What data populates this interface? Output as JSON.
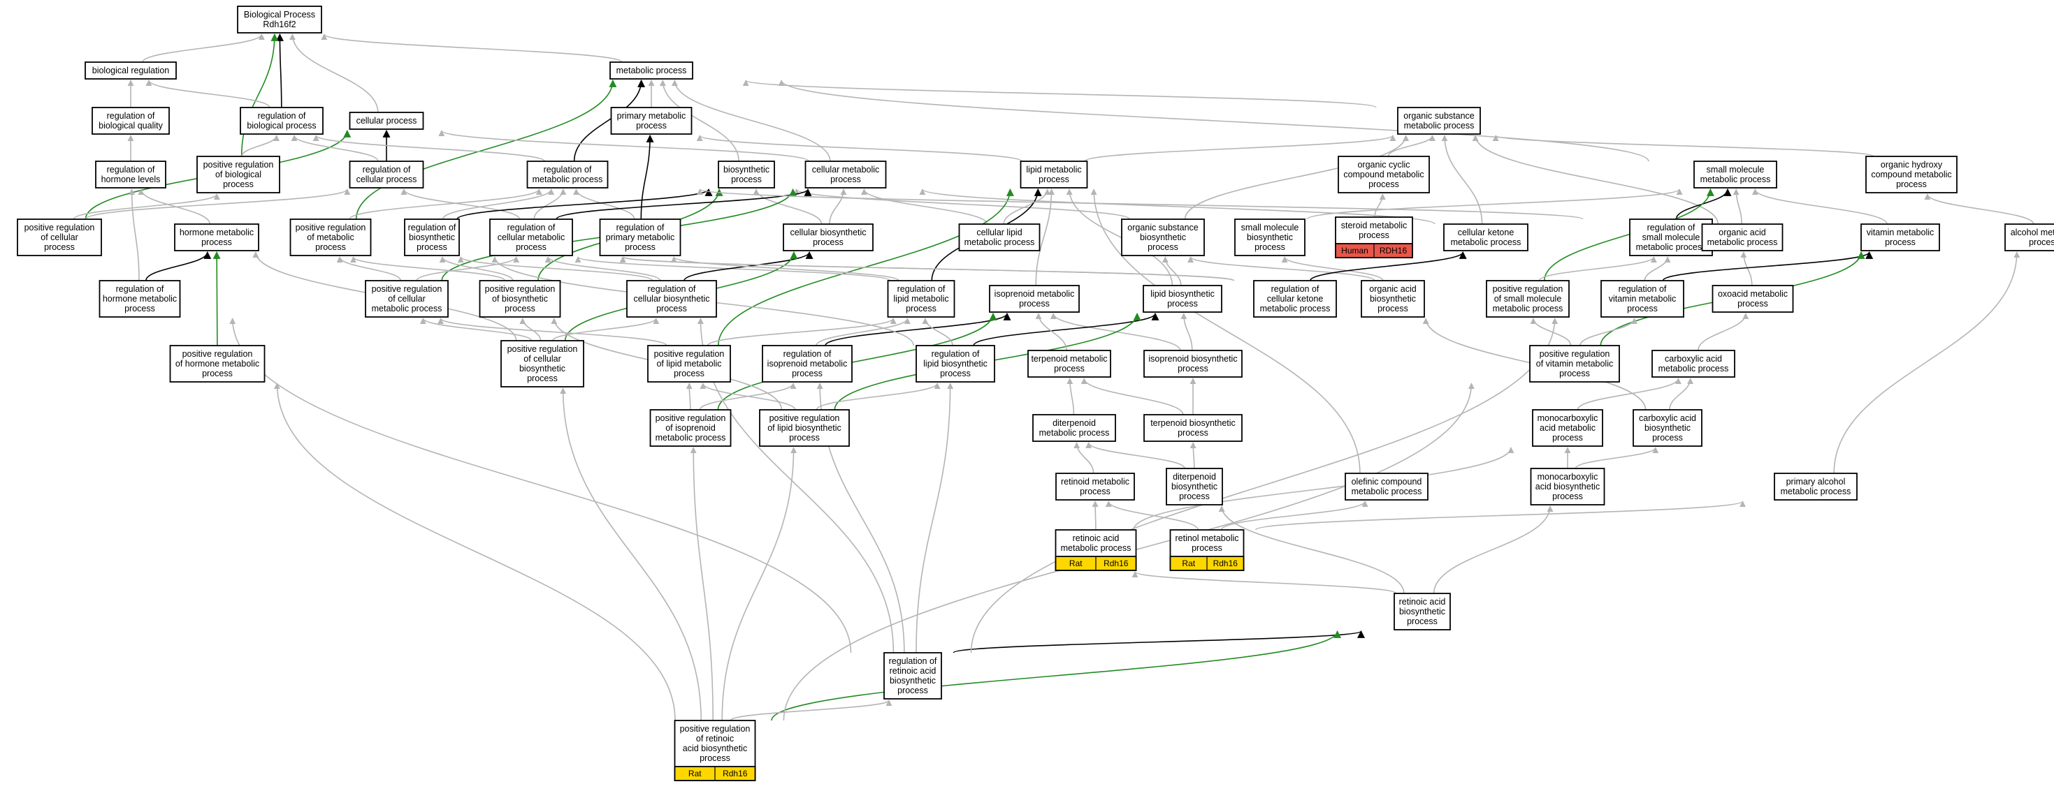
{
  "edge_colors": {
    "is_a": "#b4b4b4",
    "part_of": "#000000",
    "positively_regulates": "#228b22"
  },
  "annotation_colors": {
    "yellow": "#ffd700",
    "red": "#e8574a"
  },
  "nodes": [
    {
      "id": "bp",
      "lines": [
        "Biological Process",
        "Rdh16f2"
      ]
    },
    {
      "id": "breg",
      "lines": [
        "biological regulation"
      ]
    },
    {
      "id": "mp",
      "lines": [
        "metabolic process"
      ]
    },
    {
      "id": "rbq",
      "lines": [
        "regulation of",
        "biological quality"
      ]
    },
    {
      "id": "rbp",
      "lines": [
        "regulation of",
        "biological process"
      ]
    },
    {
      "id": "cp",
      "lines": [
        "cellular process"
      ]
    },
    {
      "id": "pmp",
      "lines": [
        "primary metabolic",
        "process"
      ]
    },
    {
      "id": "osmp",
      "lines": [
        "organic substance",
        "metabolic process"
      ]
    },
    {
      "id": "rhl",
      "lines": [
        "regulation of",
        "hormone levels"
      ]
    },
    {
      "id": "prbp",
      "lines": [
        "positive regulation",
        "of biological",
        "process"
      ]
    },
    {
      "id": "rcp",
      "lines": [
        "regulation of",
        "cellular process"
      ]
    },
    {
      "id": "rmp",
      "lines": [
        "regulation of",
        "metabolic process"
      ]
    },
    {
      "id": "bsp",
      "lines": [
        "biosynthetic",
        "process"
      ]
    },
    {
      "id": "cmp",
      "lines": [
        "cellular metabolic",
        "process"
      ]
    },
    {
      "id": "lmp",
      "lines": [
        "lipid metabolic",
        "process"
      ]
    },
    {
      "id": "ocmp",
      "lines": [
        "organic cyclic",
        "compound metabolic",
        "process"
      ]
    },
    {
      "id": "smmp",
      "lines": [
        "small molecule",
        "metabolic process"
      ]
    },
    {
      "id": "ohcmp",
      "lines": [
        "organic hydroxy",
        "compound metabolic",
        "process"
      ]
    },
    {
      "id": "prcp",
      "lines": [
        "positive regulation",
        "of cellular",
        "process"
      ]
    },
    {
      "id": "hmp",
      "lines": [
        "hormone metabolic",
        "process"
      ]
    },
    {
      "id": "prmp",
      "lines": [
        "positive regulation",
        "of metabolic",
        "process"
      ]
    },
    {
      "id": "rbsp",
      "lines": [
        "regulation of",
        "biosynthetic",
        "process"
      ]
    },
    {
      "id": "rcmp",
      "lines": [
        "regulation of",
        "cellular metabolic",
        "process"
      ]
    },
    {
      "id": "rpmp",
      "lines": [
        "regulation of",
        "primary metabolic",
        "process"
      ]
    },
    {
      "id": "cbp",
      "lines": [
        "cellular biosynthetic",
        "process"
      ]
    },
    {
      "id": "clmp",
      "lines": [
        "cellular lipid",
        "metabolic process"
      ]
    },
    {
      "id": "osbp",
      "lines": [
        "organic substance",
        "biosynthetic",
        "process"
      ]
    },
    {
      "id": "smbp",
      "lines": [
        "small molecule",
        "biosynthetic",
        "process"
      ]
    },
    {
      "id": "stmp",
      "lines": [
        "steroid metabolic",
        "process"
      ],
      "annotation": {
        "color": "red",
        "labels": [
          "Human",
          "RDH16"
        ]
      }
    },
    {
      "id": "ckmp",
      "lines": [
        "cellular ketone",
        "metabolic process"
      ]
    },
    {
      "id": "rsmmp",
      "lines": [
        "regulation of",
        "small molecule",
        "metabolic process"
      ]
    },
    {
      "id": "oamp",
      "lines": [
        "organic acid",
        "metabolic process"
      ]
    },
    {
      "id": "vmp",
      "lines": [
        "vitamin metabolic",
        "process"
      ]
    },
    {
      "id": "almp",
      "lines": [
        "alcohol metabolic",
        "process"
      ]
    },
    {
      "id": "rhmp",
      "lines": [
        "regulation of",
        "hormone metabolic",
        "process"
      ]
    },
    {
      "id": "prcmp",
      "lines": [
        "positive regulation",
        "of cellular",
        "metabolic process"
      ]
    },
    {
      "id": "prbsp",
      "lines": [
        "positive regulation",
        "of biosynthetic",
        "process"
      ]
    },
    {
      "id": "rcbp",
      "lines": [
        "regulation of",
        "cellular biosynthetic",
        "process"
      ]
    },
    {
      "id": "rlmp",
      "lines": [
        "regulation of",
        "lipid metabolic",
        "process"
      ]
    },
    {
      "id": "isomp",
      "lines": [
        "isoprenoid metabolic",
        "process"
      ]
    },
    {
      "id": "lbp",
      "lines": [
        "lipid biosynthetic",
        "process"
      ]
    },
    {
      "id": "rckmp",
      "lines": [
        "regulation of",
        "cellular ketone",
        "metabolic process"
      ]
    },
    {
      "id": "oabp",
      "lines": [
        "organic acid",
        "biosynthetic",
        "process"
      ]
    },
    {
      "id": "prsmmp",
      "lines": [
        "positive regulation",
        "of small molecule",
        "metabolic process"
      ]
    },
    {
      "id": "rvmp",
      "lines": [
        "regulation of",
        "vitamin metabolic",
        "process"
      ]
    },
    {
      "id": "oxamp",
      "lines": [
        "oxoacid metabolic",
        "process"
      ]
    },
    {
      "id": "prhmp",
      "lines": [
        "positive regulation",
        "of hormone metabolic",
        "process"
      ]
    },
    {
      "id": "prcbp",
      "lines": [
        "positive regulation",
        "of cellular",
        "biosynthetic",
        "process"
      ]
    },
    {
      "id": "prlmp",
      "lines": [
        "positive regulation",
        "of lipid metabolic",
        "process"
      ]
    },
    {
      "id": "rismp",
      "lines": [
        "regulation of",
        "isoprenoid metabolic",
        "process"
      ]
    },
    {
      "id": "rlbp",
      "lines": [
        "regulation of",
        "lipid biosynthetic",
        "process"
      ]
    },
    {
      "id": "termp",
      "lines": [
        "terpenoid metabolic",
        "process"
      ]
    },
    {
      "id": "isobp",
      "lines": [
        "isoprenoid biosynthetic",
        "process"
      ]
    },
    {
      "id": "prvmp",
      "lines": [
        "positive regulation",
        "of vitamin metabolic",
        "process"
      ]
    },
    {
      "id": "caamp",
      "lines": [
        "carboxylic acid",
        "metabolic process"
      ]
    },
    {
      "id": "prismp",
      "lines": [
        "positive regulation",
        "of isoprenoid",
        "metabolic process"
      ]
    },
    {
      "id": "prlbp",
      "lines": [
        "positive regulation",
        "of lipid biosynthetic",
        "process"
      ]
    },
    {
      "id": "ditmp",
      "lines": [
        "diterpenoid",
        "metabolic process"
      ]
    },
    {
      "id": "terbp",
      "lines": [
        "terpenoid biosynthetic",
        "process"
      ]
    },
    {
      "id": "mcamp",
      "lines": [
        "monocarboxylic",
        "acid metabolic",
        "process"
      ]
    },
    {
      "id": "caabp",
      "lines": [
        "carboxylic acid",
        "biosynthetic",
        "process"
      ]
    },
    {
      "id": "retmp",
      "lines": [
        "retinoid metabolic",
        "process"
      ]
    },
    {
      "id": "ditbp",
      "lines": [
        "diterpenoid",
        "biosynthetic",
        "process"
      ]
    },
    {
      "id": "olmp",
      "lines": [
        "olefinic compound",
        "metabolic process"
      ]
    },
    {
      "id": "mcabp",
      "lines": [
        "monocarboxylic",
        "acid biosynthetic",
        "process"
      ]
    },
    {
      "id": "paomp",
      "lines": [
        "primary alcohol",
        "metabolic process"
      ]
    },
    {
      "id": "ramp",
      "lines": [
        "retinoic acid",
        "metabolic process"
      ],
      "annotation": {
        "color": "yellow",
        "labels": [
          "Rat",
          "Rdh16"
        ]
      }
    },
    {
      "id": "rolmp",
      "lines": [
        "retinol metabolic",
        "process"
      ],
      "annotation": {
        "color": "yellow",
        "labels": [
          "Rat",
          "Rdh16"
        ]
      }
    },
    {
      "id": "rabp",
      "lines": [
        "retinoic acid",
        "biosynthetic",
        "process"
      ]
    },
    {
      "id": "rrabp",
      "lines": [
        "regulation of",
        "retinoic acid",
        "biosynthetic",
        "process"
      ]
    },
    {
      "id": "prrabp",
      "lines": [
        "positive regulation",
        "of retinoic",
        "acid biosynthetic",
        "process"
      ],
      "annotation": {
        "color": "yellow",
        "labels": [
          "Rat",
          "Rdh16"
        ]
      }
    }
  ],
  "edges": [
    [
      "breg",
      "bp",
      "is_a"
    ],
    [
      "mp",
      "bp",
      "is_a"
    ],
    [
      "cp",
      "bp",
      "is_a"
    ],
    [
      "rbp",
      "bp",
      "part_of"
    ],
    [
      "prbp",
      "bp",
      "positively_regulates"
    ],
    [
      "rbq",
      "breg",
      "is_a"
    ],
    [
      "rbp",
      "breg",
      "is_a"
    ],
    [
      "rhl",
      "rbq",
      "is_a"
    ],
    [
      "pmp",
      "mp",
      "is_a"
    ],
    [
      "osmp",
      "mp",
      "is_a"
    ],
    [
      "smmp",
      "mp",
      "is_a"
    ],
    [
      "bsp",
      "mp",
      "is_a"
    ],
    [
      "cmp",
      "mp",
      "is_a"
    ],
    [
      "rmp",
      "mp",
      "part_of"
    ],
    [
      "prmp",
      "mp",
      "positively_regulates"
    ],
    [
      "cmp",
      "cp",
      "is_a"
    ],
    [
      "rcp",
      "cp",
      "part_of"
    ],
    [
      "prcp",
      "cp",
      "positively_regulates"
    ],
    [
      "prbp",
      "rbp",
      "is_a"
    ],
    [
      "rcp",
      "rbp",
      "is_a"
    ],
    [
      "rmp",
      "rbp",
      "is_a"
    ],
    [
      "lmp",
      "pmp",
      "is_a"
    ],
    [
      "rpmp",
      "pmp",
      "part_of"
    ],
    [
      "lmp",
      "osmp",
      "is_a"
    ],
    [
      "osbp",
      "osmp",
      "is_a"
    ],
    [
      "ocmp",
      "osmp",
      "is_a"
    ],
    [
      "ckmp",
      "osmp",
      "is_a"
    ],
    [
      "oamp",
      "osmp",
      "is_a"
    ],
    [
      "ohcmp",
      "osmp",
      "is_a"
    ],
    [
      "rhmp",
      "rhl",
      "is_a"
    ],
    [
      "hmp",
      "rhl",
      "is_a"
    ],
    [
      "prcp",
      "prbp",
      "is_a"
    ],
    [
      "prcp",
      "rcp",
      "is_a"
    ],
    [
      "rcmp",
      "rcp",
      "is_a"
    ],
    [
      "rbsp",
      "rmp",
      "is_a"
    ],
    [
      "rcmp",
      "rmp",
      "is_a"
    ],
    [
      "rpmp",
      "rmp",
      "is_a"
    ],
    [
      "prmp",
      "rmp",
      "is_a"
    ],
    [
      "cbp",
      "bsp",
      "is_a"
    ],
    [
      "osbp",
      "bsp",
      "is_a"
    ],
    [
      "rbsp",
      "bsp",
      "part_of"
    ],
    [
      "prbsp",
      "bsp",
      "positively_regulates"
    ],
    [
      "cbp",
      "cmp",
      "is_a"
    ],
    [
      "clmp",
      "cmp",
      "is_a"
    ],
    [
      "ckmp",
      "cmp",
      "is_a"
    ],
    [
      "rcmp",
      "cmp",
      "part_of"
    ],
    [
      "prcmp",
      "cmp",
      "positively_regulates"
    ],
    [
      "clmp",
      "lmp",
      "is_a"
    ],
    [
      "lbp",
      "lmp",
      "is_a"
    ],
    [
      "rlmp",
      "lmp",
      "part_of"
    ],
    [
      "prlmp",
      "lmp",
      "positively_regulates"
    ],
    [
      "stmp",
      "ocmp",
      "is_a"
    ],
    [
      "smbp",
      "smmp",
      "is_a"
    ],
    [
      "oamp",
      "smmp",
      "is_a"
    ],
    [
      "vmp",
      "smmp",
      "is_a"
    ],
    [
      "rsmmp",
      "smmp",
      "part_of"
    ],
    [
      "prsmmp",
      "smmp",
      "positively_regulates"
    ],
    [
      "almp",
      "ohcmp",
      "is_a"
    ],
    [
      "prhmp",
      "hmp",
      "positively_regulates"
    ],
    [
      "rhmp",
      "hmp",
      "part_of"
    ],
    [
      "prcmp",
      "prmp",
      "is_a"
    ],
    [
      "prbsp",
      "prmp",
      "is_a"
    ],
    [
      "prbsp",
      "rbsp",
      "is_a"
    ],
    [
      "rcbp",
      "rbsp",
      "is_a"
    ],
    [
      "rcbp",
      "rcmp",
      "is_a"
    ],
    [
      "rlmp",
      "rcmp",
      "is_a"
    ],
    [
      "prcmp",
      "rcmp",
      "is_a"
    ],
    [
      "rcbp",
      "cbp",
      "part_of"
    ],
    [
      "prcbp",
      "cbp",
      "positively_regulates"
    ],
    [
      "prcbp",
      "rcbp",
      "is_a"
    ],
    [
      "prcbp",
      "prbsp",
      "is_a"
    ],
    [
      "prcbp",
      "prcmp",
      "is_a"
    ],
    [
      "lbp",
      "osbp",
      "is_a"
    ],
    [
      "oabp",
      "osbp",
      "is_a"
    ],
    [
      "oabp",
      "smbp",
      "is_a"
    ],
    [
      "rckmp",
      "ckmp",
      "part_of"
    ],
    [
      "oxamp",
      "oamp",
      "is_a"
    ],
    [
      "rvmp",
      "vmp",
      "part_of"
    ],
    [
      "prvmp",
      "vmp",
      "positively_regulates"
    ],
    [
      "rckmp",
      "rcmp",
      "is_a"
    ],
    [
      "rsmmp",
      "rmp",
      "is_a"
    ],
    [
      "rvmp",
      "rsmmp",
      "is_a"
    ],
    [
      "prsmmp",
      "rsmmp",
      "is_a"
    ],
    [
      "prvmp",
      "rvmp",
      "is_a"
    ],
    [
      "prvmp",
      "prsmmp",
      "is_a"
    ],
    [
      "rlmp",
      "rpmp",
      "is_a"
    ],
    [
      "isomp",
      "lmp",
      "is_a"
    ],
    [
      "isobp",
      "isomp",
      "is_a"
    ],
    [
      "isobp",
      "lbp",
      "is_a"
    ],
    [
      "rismp",
      "isomp",
      "part_of"
    ],
    [
      "prismp",
      "isomp",
      "positively_regulates"
    ],
    [
      "rlbp",
      "lbp",
      "part_of"
    ],
    [
      "prlbp",
      "lbp",
      "positively_regulates"
    ],
    [
      "rismp",
      "rlmp",
      "is_a"
    ],
    [
      "rlbp",
      "rlmp",
      "is_a"
    ],
    [
      "rlbp",
      "rbsp",
      "is_a"
    ],
    [
      "prlmp",
      "rlmp",
      "is_a"
    ],
    [
      "prlmp",
      "prcmp",
      "is_a"
    ],
    [
      "prismp",
      "rismp",
      "is_a"
    ],
    [
      "prismp",
      "prlmp",
      "is_a"
    ],
    [
      "prlbp",
      "rlbp",
      "is_a"
    ],
    [
      "prlbp",
      "prlmp",
      "is_a"
    ],
    [
      "prlbp",
      "prbsp",
      "is_a"
    ],
    [
      "termp",
      "isomp",
      "is_a"
    ],
    [
      "terbp",
      "termp",
      "is_a"
    ],
    [
      "terbp",
      "isobp",
      "is_a"
    ],
    [
      "ditmp",
      "termp",
      "is_a"
    ],
    [
      "ditbp",
      "ditmp",
      "is_a"
    ],
    [
      "ditbp",
      "terbp",
      "is_a"
    ],
    [
      "caamp",
      "oxamp",
      "is_a"
    ],
    [
      "mcamp",
      "caamp",
      "is_a"
    ],
    [
      "caabp",
      "caamp",
      "is_a"
    ],
    [
      "caabp",
      "oabp",
      "is_a"
    ],
    [
      "mcabp",
      "mcamp",
      "is_a"
    ],
    [
      "mcabp",
      "caabp",
      "is_a"
    ],
    [
      "retmp",
      "ditmp",
      "is_a"
    ],
    [
      "ramp",
      "retmp",
      "is_a"
    ],
    [
      "rolmp",
      "retmp",
      "is_a"
    ],
    [
      "ramp",
      "mcamp",
      "is_a"
    ],
    [
      "olmp",
      "lmp",
      "is_a"
    ],
    [
      "rolmp",
      "olmp",
      "is_a"
    ],
    [
      "paomp",
      "almp",
      "is_a"
    ],
    [
      "rolmp",
      "paomp",
      "is_a"
    ],
    [
      "rabp",
      "ramp",
      "is_a"
    ],
    [
      "rabp",
      "ditbp",
      "is_a"
    ],
    [
      "rabp",
      "mcabp",
      "is_a"
    ],
    [
      "rrabp",
      "rabp",
      "part_of"
    ],
    [
      "prrabp",
      "rabp",
      "positively_regulates"
    ],
    [
      "rrabp",
      "rhmp",
      "is_a"
    ],
    [
      "rrabp",
      "rismp",
      "is_a"
    ],
    [
      "rrabp",
      "rlbp",
      "is_a"
    ],
    [
      "rrabp",
      "rvmp",
      "is_a"
    ],
    [
      "rrabp",
      "rcbp",
      "is_a"
    ],
    [
      "prrabp",
      "rrabp",
      "is_a"
    ],
    [
      "prrabp",
      "prhmp",
      "is_a"
    ],
    [
      "prrabp",
      "prismp",
      "is_a"
    ],
    [
      "prrabp",
      "prlbp",
      "is_a"
    ],
    [
      "prrabp",
      "prvmp",
      "is_a"
    ],
    [
      "prrabp",
      "prcbp",
      "is_a"
    ],
    [
      "prcbp",
      "hmp",
      "is_a"
    ],
    [
      "rckmp",
      "rcmp",
      "is_a"
    ]
  ]
}
